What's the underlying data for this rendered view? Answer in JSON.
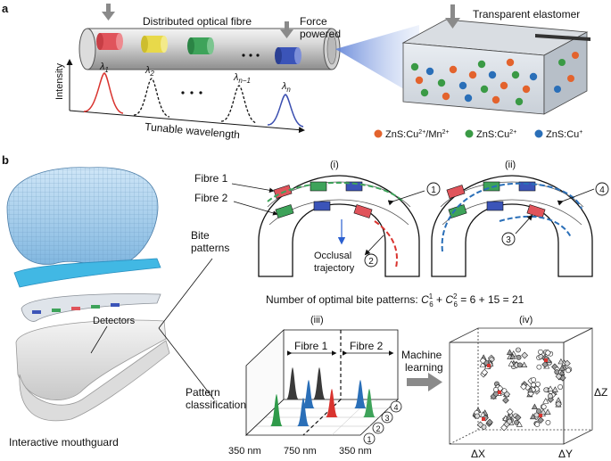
{
  "panel_a": {
    "label": "a",
    "fibre_label": "Distributed optical fibre",
    "force_label_line1": "Force",
    "force_label_line2": "powered",
    "elastomer_label": "Transparent elastomer",
    "intensity_axis": "Intensity",
    "wavelength_axis": "Tunable wavelength",
    "lambda_1": "λ",
    "lambda_1_sub": "1",
    "lambda_2": "λ",
    "lambda_2_sub": "2",
    "lambda_n1": "λ",
    "lambda_n1_sub": "n−1",
    "lambda_n": "λ",
    "lambda_n_sub": "n",
    "legend": [
      {
        "label_base": "ZnS:Cu",
        "sup1": "2+",
        "mid": "/Mn",
        "sup2": "2+",
        "color": "#e3632d"
      },
      {
        "label_base": "ZnS:Cu",
        "sup1": "2+",
        "mid": "",
        "sup2": "",
        "color": "#3a9a45"
      },
      {
        "label_base": "ZnS:Cu",
        "sup1": "+",
        "mid": "",
        "sup2": "",
        "color": "#2a6fb8"
      }
    ],
    "colors": {
      "red": "#e0545b",
      "yellow": "#e8d94a",
      "green": "#3ea35a",
      "blue": "#3b54b8"
    }
  },
  "panel_b": {
    "label": "b",
    "bite_patterns": [
      "Bite",
      "patterns"
    ],
    "pattern_classification": [
      "Pattern",
      "classification"
    ],
    "detectors": "Detectors",
    "mouthguard": "Interactive mouthguard",
    "sub_i": "(i)",
    "sub_ii": "(ii)",
    "sub_iii": "(iii)",
    "sub_iv": "(iv)",
    "fibre_1": "Fibre 1",
    "fibre_2": "Fibre 2",
    "occlusal_line1": "Occlusal",
    "occlusal_line2": "trajectory",
    "circled": [
      "1",
      "2",
      "3",
      "4"
    ],
    "formula_prefix": "Number of optimal bite patterns: ",
    "formula_c": "C",
    "formula_sub": "6",
    "formula_sup1": "1",
    "formula_sup2": "2",
    "formula_plus": " + ",
    "formula_suffix": " = 6 + 15 = 21",
    "iii_fibre1": "Fibre 1",
    "iii_fibre2": "Fibre 2",
    "iii_axis": [
      "350 nm",
      "750 nm",
      "350 nm"
    ],
    "machine_learning": [
      "Machine",
      "learning"
    ],
    "axis_dx": "ΔX",
    "axis_dy": "ΔY",
    "axis_dz": "ΔZ"
  }
}
